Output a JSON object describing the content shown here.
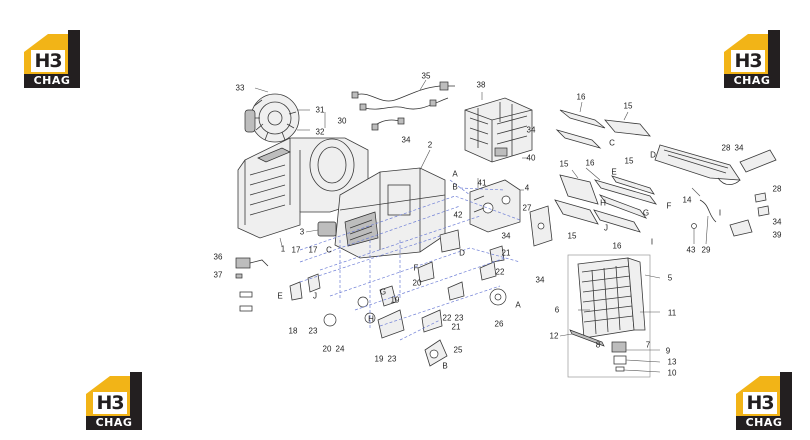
{
  "logo": {
    "mark": "H3",
    "brand": "CHAG",
    "colors": {
      "accent": "#f2b417",
      "dark": "#231f20"
    }
  },
  "callouts": [
    {
      "id": "c33",
      "text": "33"
    },
    {
      "id": "c35",
      "text": "35"
    },
    {
      "id": "c38",
      "text": "38"
    },
    {
      "id": "c31",
      "text": "31"
    },
    {
      "id": "c30",
      "text": "30"
    },
    {
      "id": "c32",
      "text": "32"
    },
    {
      "id": "c34a",
      "text": "34"
    },
    {
      "id": "c34b",
      "text": "34"
    },
    {
      "id": "c40",
      "text": "40"
    },
    {
      "id": "c2",
      "text": "2"
    },
    {
      "id": "cA1",
      "text": "A"
    },
    {
      "id": "cB1",
      "text": "B"
    },
    {
      "id": "c41",
      "text": "41"
    },
    {
      "id": "c4",
      "text": "4"
    },
    {
      "id": "c42",
      "text": "42"
    },
    {
      "id": "c27",
      "text": "27"
    },
    {
      "id": "c3",
      "text": "3"
    },
    {
      "id": "c34c",
      "text": "34"
    },
    {
      "id": "c1",
      "text": "1"
    },
    {
      "id": "c36",
      "text": "36"
    },
    {
      "id": "c37",
      "text": "37"
    },
    {
      "id": "c17a",
      "text": "17"
    },
    {
      "id": "c17b",
      "text": "17"
    },
    {
      "id": "cC1",
      "text": "C"
    },
    {
      "id": "cD1",
      "text": "D"
    },
    {
      "id": "c21a",
      "text": "21"
    },
    {
      "id": "c22a",
      "text": "22"
    },
    {
      "id": "cF1",
      "text": "F"
    },
    {
      "id": "c20a",
      "text": "20"
    },
    {
      "id": "c34d",
      "text": "34"
    },
    {
      "id": "cE1",
      "text": "E"
    },
    {
      "id": "cJ1",
      "text": "J"
    },
    {
      "id": "cG1",
      "text": "G"
    },
    {
      "id": "c19a",
      "text": "19"
    },
    {
      "id": "c22b",
      "text": "22"
    },
    {
      "id": "c23a",
      "text": "23"
    },
    {
      "id": "c21b",
      "text": "21"
    },
    {
      "id": "c26",
      "text": "26"
    },
    {
      "id": "cA2",
      "text": "A"
    },
    {
      "id": "c18",
      "text": "18"
    },
    {
      "id": "c23b",
      "text": "23"
    },
    {
      "id": "cH1",
      "text": "H"
    },
    {
      "id": "c20b",
      "text": "20"
    },
    {
      "id": "c24",
      "text": "24"
    },
    {
      "id": "c19b",
      "text": "19"
    },
    {
      "id": "c23c",
      "text": "23"
    },
    {
      "id": "c25",
      "text": "25"
    },
    {
      "id": "cB2",
      "text": "B"
    },
    {
      "id": "c16a",
      "text": "16"
    },
    {
      "id": "c15a",
      "text": "15"
    },
    {
      "id": "cC2",
      "text": "C"
    },
    {
      "id": "cD2",
      "text": "D"
    },
    {
      "id": "c15b",
      "text": "15"
    },
    {
      "id": "c16b",
      "text": "16"
    },
    {
      "id": "c15c",
      "text": "15"
    },
    {
      "id": "cE2",
      "text": "E"
    },
    {
      "id": "cF2",
      "text": "F"
    },
    {
      "id": "cH2",
      "text": "H"
    },
    {
      "id": "cG2",
      "text": "G"
    },
    {
      "id": "c15d",
      "text": "15"
    },
    {
      "id": "cJ2",
      "text": "J"
    },
    {
      "id": "c16c",
      "text": "16"
    },
    {
      "id": "cI1",
      "text": "I"
    },
    {
      "id": "c28a",
      "text": "28"
    },
    {
      "id": "c34e",
      "text": "34"
    },
    {
      "id": "c14",
      "text": "14"
    },
    {
      "id": "c28b",
      "text": "28"
    },
    {
      "id": "c34f",
      "text": "34"
    },
    {
      "id": "cI2",
      "text": "I"
    },
    {
      "id": "c39",
      "text": "39"
    },
    {
      "id": "c43",
      "text": "43"
    },
    {
      "id": "c29",
      "text": "29"
    },
    {
      "id": "c5",
      "text": "5"
    },
    {
      "id": "c6",
      "text": "6"
    },
    {
      "id": "c11",
      "text": "11"
    },
    {
      "id": "c12",
      "text": "12"
    },
    {
      "id": "c8",
      "text": "8"
    },
    {
      "id": "c7",
      "text": "7"
    },
    {
      "id": "c9",
      "text": "9"
    },
    {
      "id": "c13",
      "text": "13"
    },
    {
      "id": "c10",
      "text": "10"
    }
  ]
}
